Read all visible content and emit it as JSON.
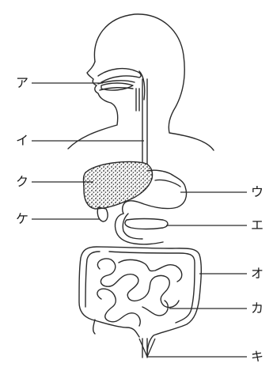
{
  "labels": {
    "a": "ア",
    "i": "イ",
    "ku": "ク",
    "ke": "ケ",
    "u": "ウ",
    "e": "エ",
    "o": "オ",
    "ka": "カ",
    "ki": "キ"
  }
}
